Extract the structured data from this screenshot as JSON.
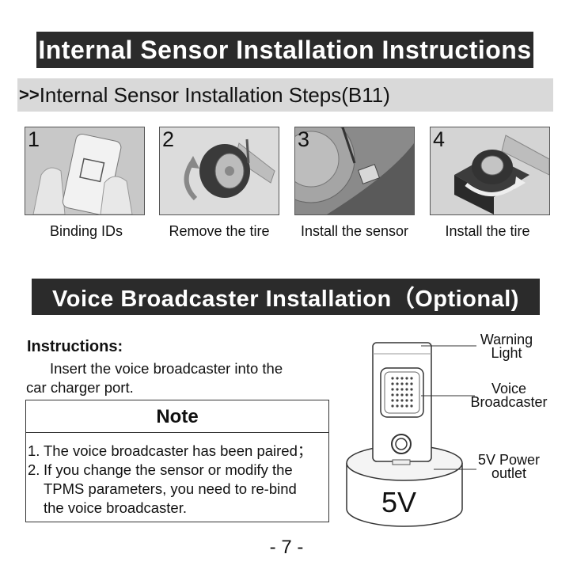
{
  "header": {
    "title": "Internal Sensor Installation Instructions",
    "steps_prefix": ">>",
    "steps_title": "Internal Sensor Installation Steps(B11)"
  },
  "steps": [
    {
      "number": "1",
      "caption": "Binding IDs",
      "icon": "phone-scan-image"
    },
    {
      "number": "2",
      "caption": "Remove the tire",
      "icon": "tire-removal-image"
    },
    {
      "number": "3",
      "caption": "Install the sensor",
      "icon": "sensor-mount-image"
    },
    {
      "number": "4",
      "caption": "Install the tire",
      "icon": "tire-install-image"
    }
  ],
  "voice": {
    "title": "Voice Broadcaster Installation（Optional)",
    "instructions_heading": "Instructions:",
    "instructions_line1": "Insert the voice broadcaster into the",
    "instructions_line2": "car charger port.",
    "note_heading": "Note",
    "notes": [
      {
        "num": "1.",
        "lines": [
          "The voice broadcaster has been paired；"
        ]
      },
      {
        "num": "2.",
        "lines": [
          "If you change the sensor or modify the",
          "TPMS parameters, you need to re-bind",
          "the voice broadcaster."
        ]
      }
    ],
    "diagram": {
      "warning_light": [
        "Warning",
        "Light"
      ],
      "broadcaster": [
        "Voice",
        "Broadcaster"
      ],
      "power_outlet": [
        "5V Power",
        "outlet"
      ],
      "base_text": "5V"
    }
  },
  "page_number": "- 7 -"
}
